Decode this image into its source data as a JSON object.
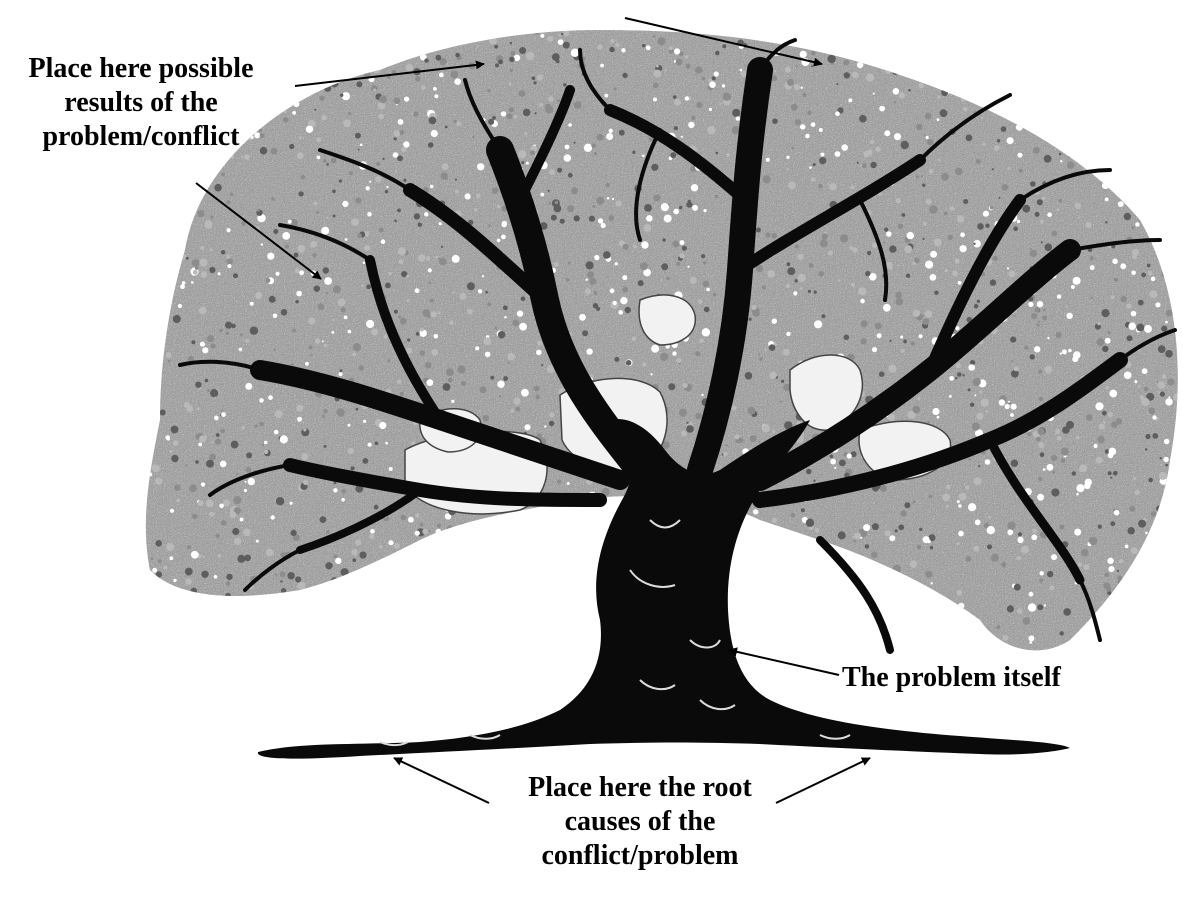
{
  "labels": {
    "results": [
      "Place here possible",
      "results of the",
      "problem/conflict"
    ],
    "problem": "The problem itself",
    "roots": [
      "Place here the root",
      "causes of the",
      "conflict/problem"
    ]
  },
  "colors": {
    "text": "#000000",
    "arrow": "#000000",
    "trunk": "#0a0a0a",
    "foliage_dark": "#5e5e5e",
    "foliage_mid": "#8c8c8c",
    "foliage_light": "#b9b9b9",
    "background": "#ffffff"
  },
  "icons": {
    "illustration": "tree-icon",
    "pointer": "arrow-icon"
  }
}
